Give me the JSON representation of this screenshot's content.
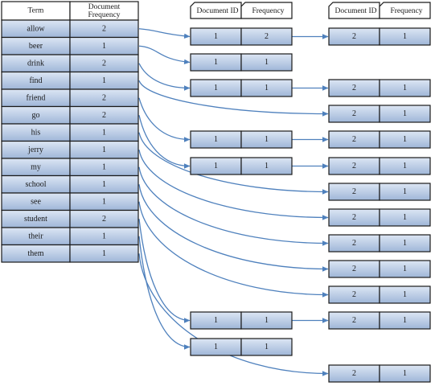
{
  "term_table": {
    "headers": {
      "term": "Term",
      "df_line1": "Document",
      "df_line2": "Frequency"
    },
    "rows": [
      {
        "term": "allow",
        "df": "2"
      },
      {
        "term": "beer",
        "df": "1"
      },
      {
        "term": "drink",
        "df": "2"
      },
      {
        "term": "find",
        "df": "1"
      },
      {
        "term": "friend",
        "df": "2"
      },
      {
        "term": "go",
        "df": "2"
      },
      {
        "term": "his",
        "df": "1"
      },
      {
        "term": "jerry",
        "df": "1"
      },
      {
        "term": "my",
        "df": "1"
      },
      {
        "term": "school",
        "df": "1"
      },
      {
        "term": "see",
        "df": "1"
      },
      {
        "term": "student",
        "df": "2"
      },
      {
        "term": "their",
        "df": "1"
      },
      {
        "term": "them",
        "df": "1"
      }
    ]
  },
  "posting_headers": [
    {
      "doc_id": "Document ID",
      "freq": "Frequency"
    },
    {
      "doc_id": "Document ID",
      "freq": "Frequency"
    }
  ],
  "postings": [
    [
      {
        "doc": "1",
        "freq": "2"
      },
      {
        "doc": "2",
        "freq": "1"
      }
    ],
    [
      {
        "doc": "1",
        "freq": "1"
      }
    ],
    [
      {
        "doc": "1",
        "freq": "1"
      },
      {
        "doc": "2",
        "freq": "1"
      }
    ],
    [
      {
        "doc": "2",
        "freq": "1"
      }
    ],
    [
      {
        "doc": "1",
        "freq": "1"
      },
      {
        "doc": "2",
        "freq": "1"
      }
    ],
    [
      {
        "doc": "1",
        "freq": "1"
      },
      {
        "doc": "2",
        "freq": "1"
      }
    ],
    [
      {
        "doc": "2",
        "freq": "1"
      }
    ],
    [
      {
        "doc": "2",
        "freq": "1"
      }
    ],
    [
      {
        "doc": "2",
        "freq": "1"
      }
    ],
    [
      {
        "doc": "2",
        "freq": "1"
      }
    ],
    [
      {
        "doc": "2",
        "freq": "1"
      }
    ],
    [
      {
        "doc": "1",
        "freq": "1"
      },
      {
        "doc": "2",
        "freq": "1"
      }
    ],
    [
      {
        "doc": "1",
        "freq": "1"
      }
    ],
    [
      {
        "doc": "2",
        "freq": "1"
      }
    ]
  ],
  "colors": {
    "cell_fill_top": "#dce6f4",
    "cell_fill_bottom": "#9fb6d8",
    "header_fill": "#ffffff",
    "border": "#1a1a1a",
    "arrow": "#4f81bd"
  }
}
